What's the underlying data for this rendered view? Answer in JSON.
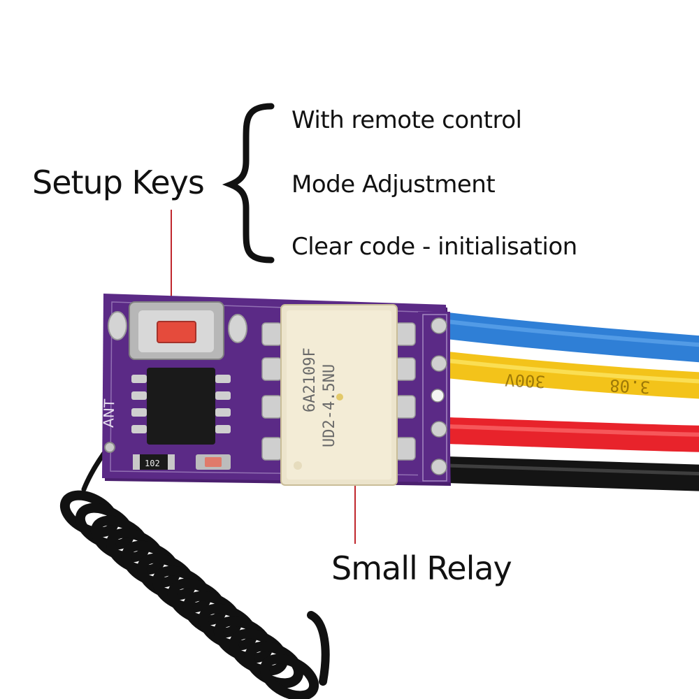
{
  "labels": {
    "setup_keys": "Setup Keys",
    "functions": [
      "With remote control",
      "Mode Adjustment",
      "Clear code - initialisation"
    ],
    "small_relay": "Small Relay"
  },
  "board": {
    "silkscreen_ant": "ANT",
    "resistor_code": "102",
    "relay_line_1": "6A2109F",
    "relay_line_2": "UD2-4.5NU",
    "wire_print_1": "300V",
    "wire_print_2": "3.08"
  },
  "colors": {
    "pcb": "#5b2a86",
    "wire_blue": "#2f7fd6",
    "wire_yellow": "#f3c31a",
    "wire_red": "#e8232b",
    "wire_black": "#141414",
    "callout_line": "#c0272d",
    "button_red": "#e54b3c"
  }
}
